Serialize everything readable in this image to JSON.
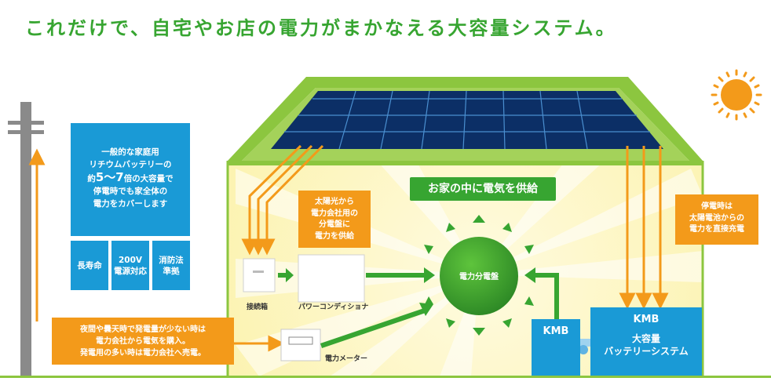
{
  "headline": "これだけで、自宅やお店の電力がまかなえる大容量システム。",
  "info_box": {
    "line1": "一般的な家庭用",
    "line2": "リチウムバッテリーの",
    "line3_pre": "約",
    "line3_big": "5～7",
    "line3_post": "倍の大容量で",
    "line4": "停電時でも家全体の",
    "line5": "電力をカバーします"
  },
  "features": [
    {
      "line1": "長寿命",
      "line2": ""
    },
    {
      "line1": "200V",
      "line2": "電源対応"
    },
    {
      "line1": "消防法",
      "line2": "準拠"
    }
  ],
  "solar_note": {
    "line1": "太陽光から",
    "line2": "電力会社用の",
    "line3": "分電盤に",
    "line4": "電力を供給"
  },
  "blackout_note": {
    "line1": "停電時は",
    "line2": "太陽電池からの",
    "line3": "電力を直接充電"
  },
  "grid_note": {
    "line1": "夜間や曇天時で発電量が少ない時は",
    "line2": "電力会社から電気を購入。",
    "line3": "発電用の多い時は電力会社へ売電。"
  },
  "supply_banner": "お家の中に電気を供給",
  "distribution_panel": "電力分電盤",
  "labels": {
    "junction_box": "接続箱",
    "power_conditioner": "パワーコンディショナ",
    "meter": "電力メーター"
  },
  "kmb_small": "KMB",
  "kmb_large": {
    "name": "KMB",
    "line1": "大容量",
    "line2": "バッテリーシステム"
  },
  "colors": {
    "green": "#37a531",
    "orange": "#f39a1a",
    "blue": "#1a9ad6",
    "roof": "#8cc63f",
    "wall": "#fbf4b4",
    "sun": "#f39a1a"
  }
}
